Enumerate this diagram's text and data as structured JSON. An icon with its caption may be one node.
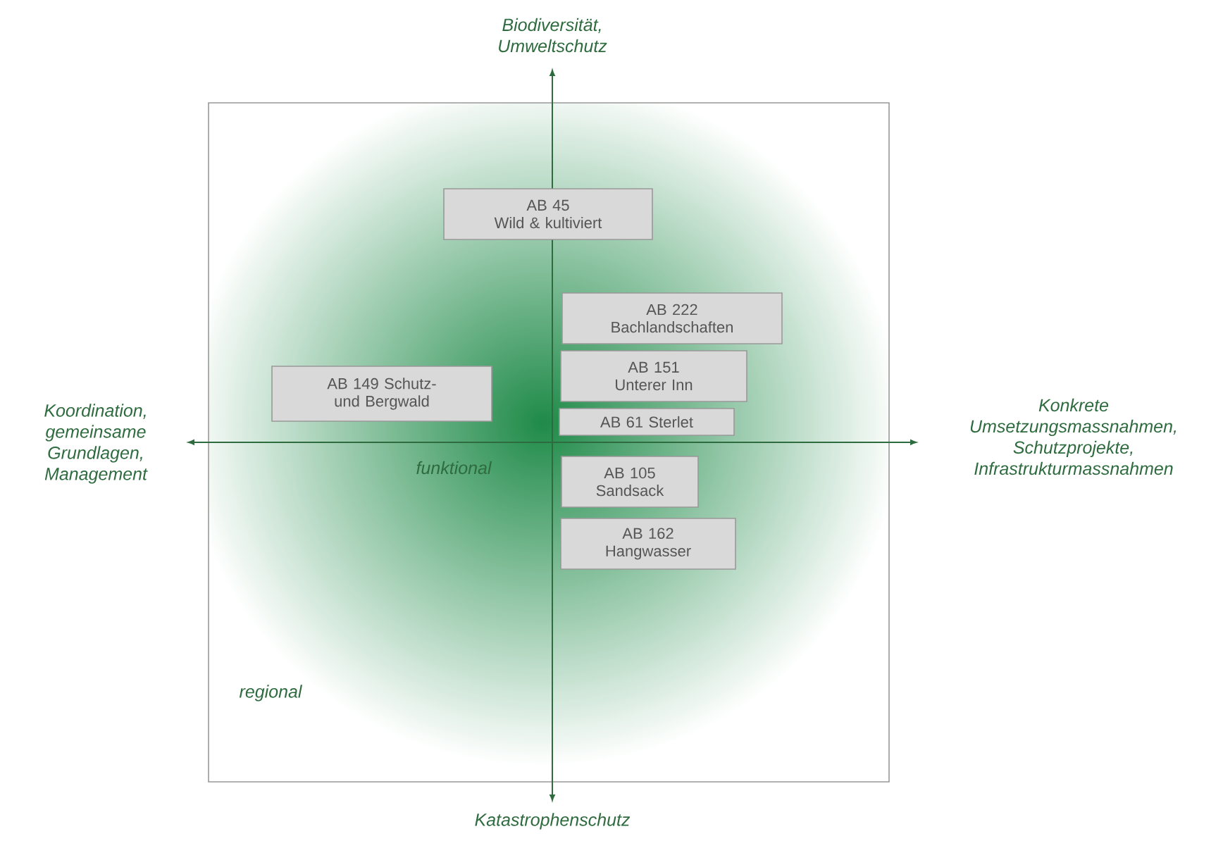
{
  "diagram": {
    "nodes": [
      {
        "text": [
          "AB 45",
          "Wild & kultiviert"
        ]
      },
      {
        "text": [
          "AB 222",
          "Bachlandschaften"
        ]
      },
      {
        "text": [
          "AB 151",
          "Unterer Inn"
        ]
      },
      {
        "text": [
          "AB 149 Schutz- und Bergwald"
        ]
      },
      {
        "text": [
          "AB 61 Sterlet"
        ]
      },
      {
        "text": [
          "AB 105",
          "Sandsack"
        ]
      },
      {
        "text": [
          "AB 162",
          "Hangwasser"
        ]
      }
    ],
    "labels": [
      "Biodiversität, Umweltschutz",
      "Koordination, gemeinsame Grundlagen, Management",
      "Konkrete Umsetzungsmassnahmen, Schutzprojekte, Infrastrukturmassnahmen",
      "funktional",
      "regional",
      "Katastrophenschutz"
    ]
  }
}
